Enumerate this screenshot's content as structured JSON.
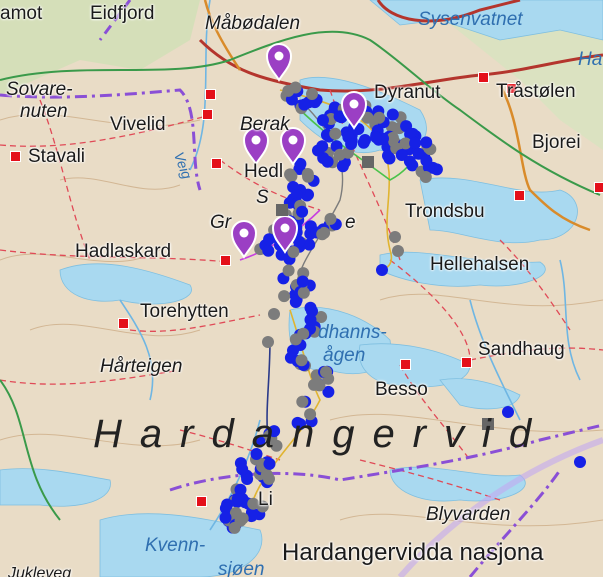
{
  "map": {
    "colors": {
      "terrain": "#e9dcc6",
      "water": "#a9d9f0",
      "road_red": "#b4352d",
      "road_orange": "#d98b2a",
      "boundary_green": "#3a9a4a",
      "boundary_purple": "#8a4fd6",
      "track_blue": "#1621e6",
      "track_gray": "#7c7c7c",
      "marker_purple": "#9b3fc4",
      "hut_red": "#e4101a"
    },
    "labels": [
      {
        "id": "amot",
        "text": "amot"
      },
      {
        "id": "eidfjord",
        "text": "Eidfjord"
      },
      {
        "id": "mabodalen",
        "text": "Måbødalen"
      },
      {
        "id": "sysenvatnet",
        "text": "Sysenvatnet"
      },
      {
        "id": "ha",
        "text": "Ha"
      },
      {
        "id": "sovarenuten1",
        "text": "Sovare-"
      },
      {
        "id": "sovarenuten2",
        "text": "nuten"
      },
      {
        "id": "vivelid",
        "text": "Vivelid"
      },
      {
        "id": "dyranut",
        "text": "Dyranut"
      },
      {
        "id": "trastolen",
        "text": "Tråstølen"
      },
      {
        "id": "stavali",
        "text": "Stavali"
      },
      {
        "id": "berak",
        "text": "Berak"
      },
      {
        "id": "bjorei",
        "text": "Bjorei"
      },
      {
        "id": "hedl",
        "text": "Hedl"
      },
      {
        "id": "veig",
        "text": "Veig"
      },
      {
        "id": "s",
        "text": "S"
      },
      {
        "id": "trondsbu",
        "text": "Trondsbu"
      },
      {
        "id": "gr",
        "text": "Gr"
      },
      {
        "id": "e",
        "text": "e"
      },
      {
        "id": "hadlaskard",
        "text": "Hadlaskard"
      },
      {
        "id": "hellehalsen",
        "text": "Hellehalsen"
      },
      {
        "id": "torehytten",
        "text": "Torehytten"
      },
      {
        "id": "dhanns1",
        "text": "dhanns-"
      },
      {
        "id": "dhanns2",
        "text": "ågen"
      },
      {
        "id": "sandhaug",
        "text": "Sandhaug"
      },
      {
        "id": "harteigen",
        "text": "Hårteigen"
      },
      {
        "id": "besso",
        "text": "Besso"
      },
      {
        "id": "hardangervidda",
        "text": "Hardangervid"
      },
      {
        "id": "blyvarden",
        "text": "Blyvarden"
      },
      {
        "id": "kvenn1",
        "text": "Kvenn-"
      },
      {
        "id": "kvenn2",
        "text": "sjøen"
      },
      {
        "id": "nasjonalpark",
        "text": "Hardangervidda nasjona"
      },
      {
        "id": "li",
        "text": "Li"
      },
      {
        "id": "jukleveg",
        "text": "Jukleveg"
      }
    ]
  }
}
